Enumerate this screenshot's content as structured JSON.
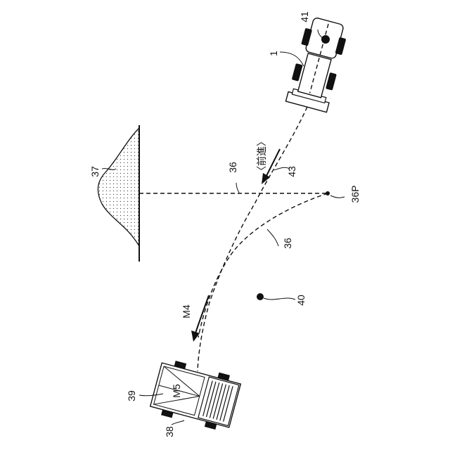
{
  "labels": {
    "loader_ref": "1",
    "loader_point_ref": "41",
    "pile_ref": "37",
    "line36_upper": "36",
    "line36_lower": "36",
    "path_ref": "43",
    "point_ref": "36P",
    "forward_text": "〈前進〉",
    "point40_ref": "40",
    "motion_ref": "M4",
    "truck_ref": "39",
    "truck_motion_ref": "M5",
    "truck_body_ref": "38"
  },
  "icons": {
    "loader": "wheel-loader-top-view",
    "truck": "dump-truck-top-view",
    "pile": "material-pile",
    "target_point": "filled-dot"
  }
}
